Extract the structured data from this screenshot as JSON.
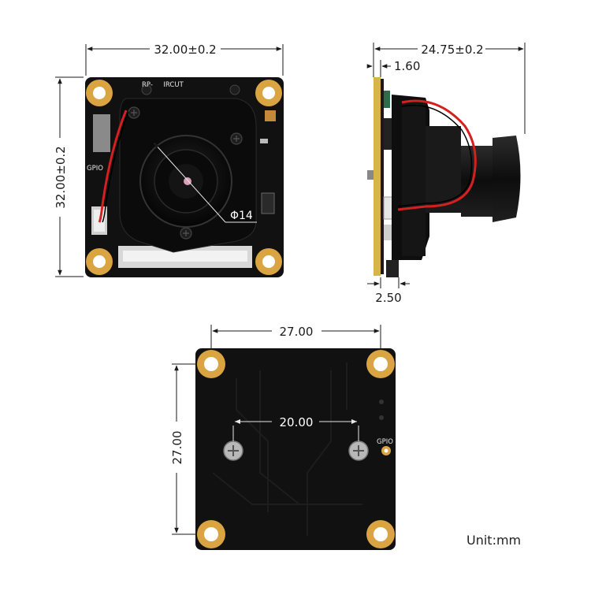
{
  "front_view": {
    "width_label": "32.00±0.2",
    "height_label": "32.00±0.2",
    "lens_diameter_label": "Φ14",
    "silk_top": "RP-     IRCUT",
    "silk_gpio": "GPIO"
  },
  "side_view": {
    "depth_label": "24.75±0.2",
    "pcb_thickness_label": "1.60",
    "connector_label": "2.50"
  },
  "back_view": {
    "hole_spacing_h_label": "27.00",
    "hole_spacing_v_label": "27.00",
    "screw_spacing_label": "20.00",
    "silk_gpio": "GPIO"
  },
  "unit_label": "Unit:mm",
  "colors": {
    "pcb": "#111111",
    "gold_pad": "#d9a441",
    "lens_holder": "#0b0b0b",
    "cable_red": "#d42020"
  }
}
